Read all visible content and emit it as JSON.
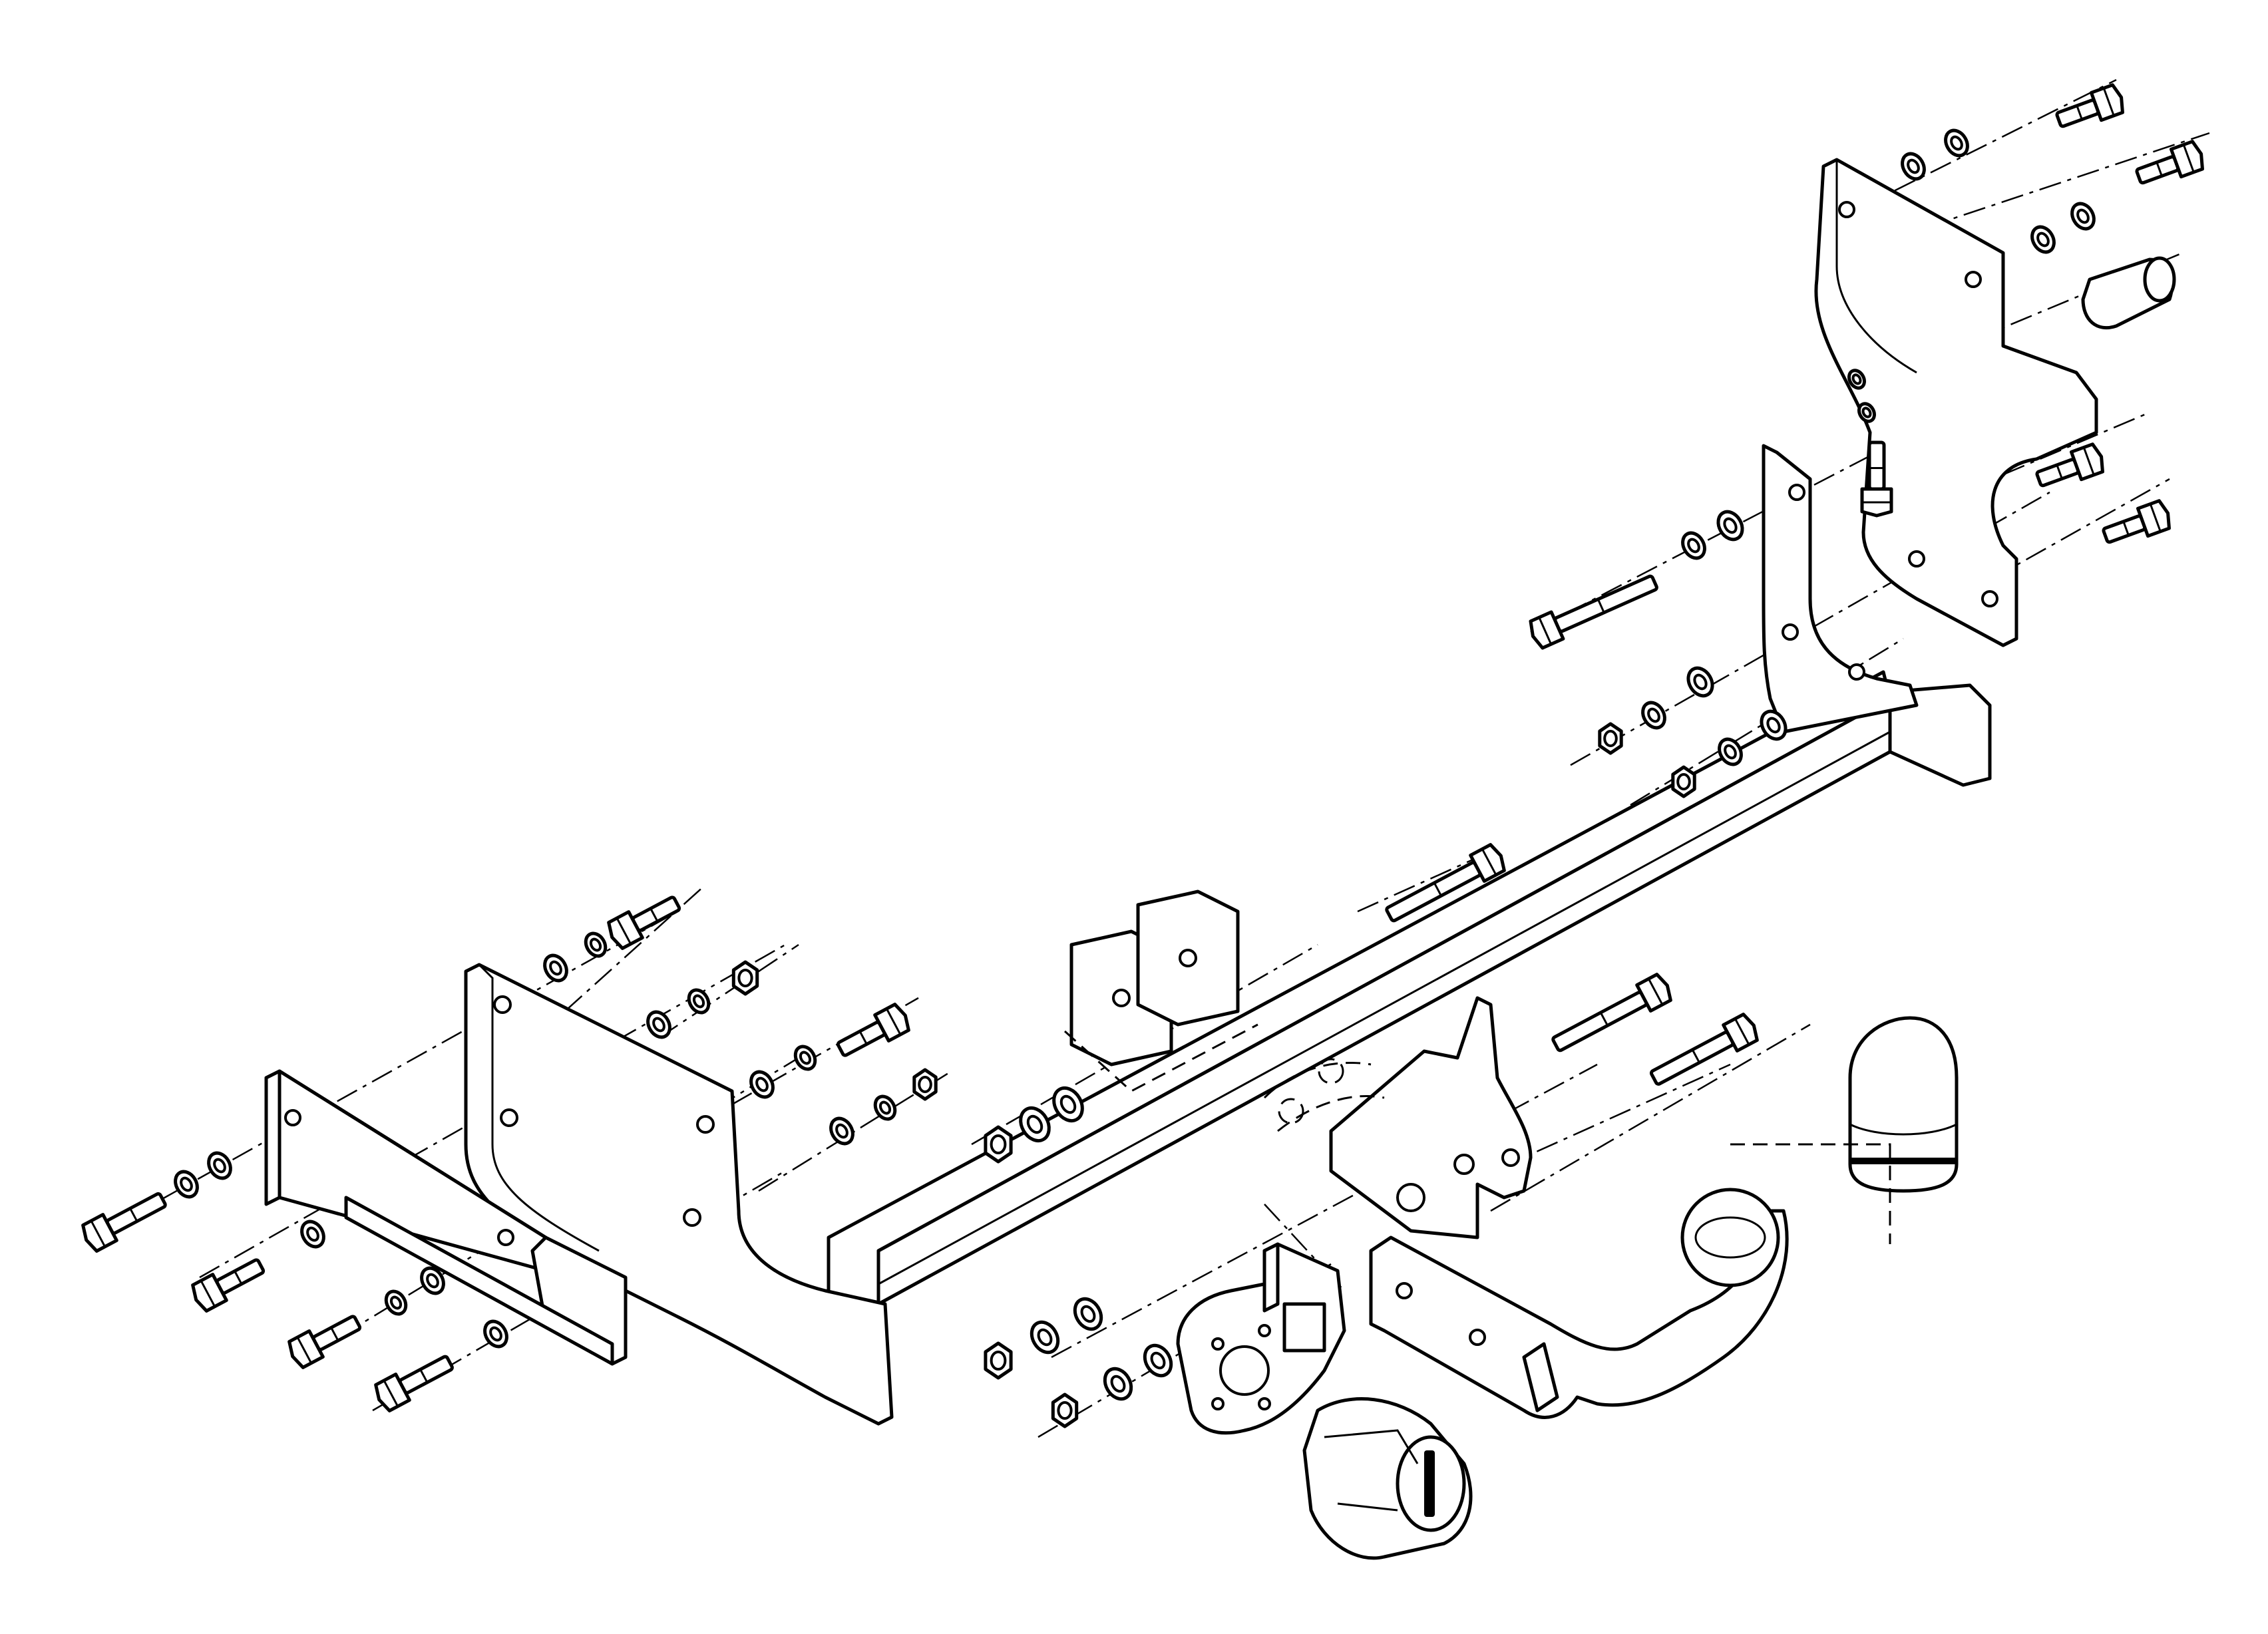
{
  "drawing": {
    "kind": "exploded-view",
    "subject_parts": [
      "main-crossbar",
      "left-side-bracket",
      "left-mounting-plate",
      "right-side-bracket",
      "right-upper-bracket",
      "tow-ball-neck",
      "tow-ball",
      "tow-ball-cover",
      "socket-plate",
      "electrical-socket",
      "spacer-plates",
      "spacer-tube",
      "bolts",
      "nuts",
      "washers"
    ],
    "colors": {
      "line": "#000000",
      "background": "#ffffff"
    },
    "line_style": "black line art with dash-dot assembly axes"
  }
}
